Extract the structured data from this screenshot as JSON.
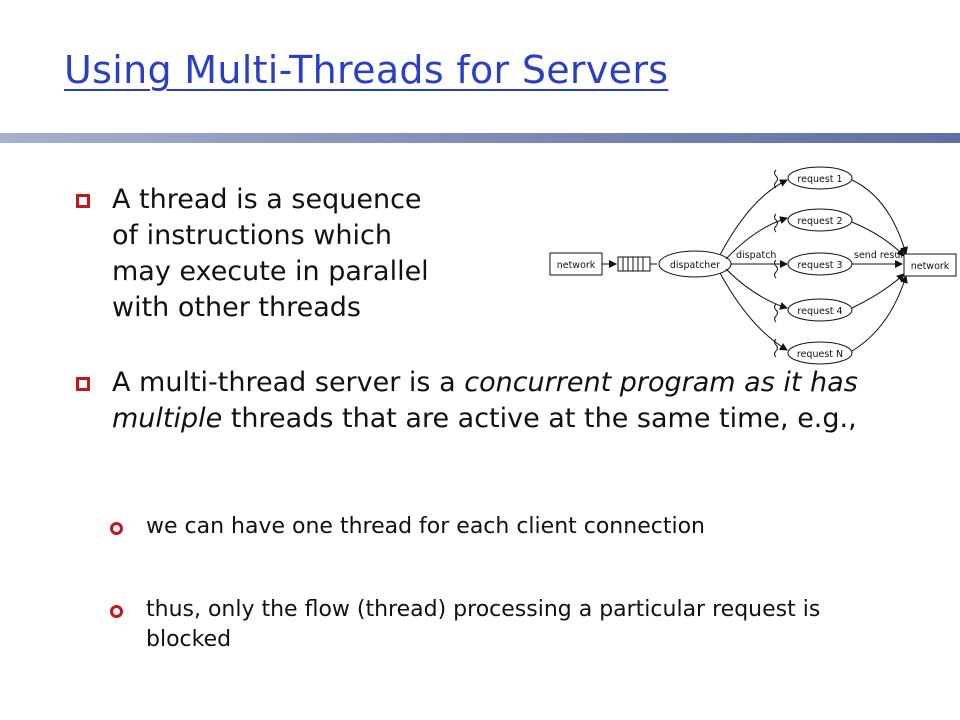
{
  "slide": {
    "title": "Using Multi-Threads for Servers",
    "bullet1": {
      "lines": [
        "A thread is a sequence",
        "of instructions which",
        "may execute in parallel",
        "with other threads"
      ]
    },
    "bullet2": {
      "part1": "A multi-thread server is a ",
      "italic": "concurrent program as it has multiple",
      "part2": " threads that are active at the same time, e.g.,"
    },
    "sub1": "we can have one thread for each client connection",
    "sub2": "thus, only the flow (thread) processing a particular request is blocked"
  },
  "diagram": {
    "left_node": "network",
    "dispatcher": "dispatcher",
    "dispatch_label": "dispatch",
    "send_result_label": "send result",
    "right_node": "network",
    "requests": [
      "request 1",
      "request 2",
      "request 3",
      "request 4",
      "request N"
    ]
  },
  "colors": {
    "title": "#2b3fc4",
    "bullet": "#c4161c",
    "rule": "#7c88b8"
  }
}
